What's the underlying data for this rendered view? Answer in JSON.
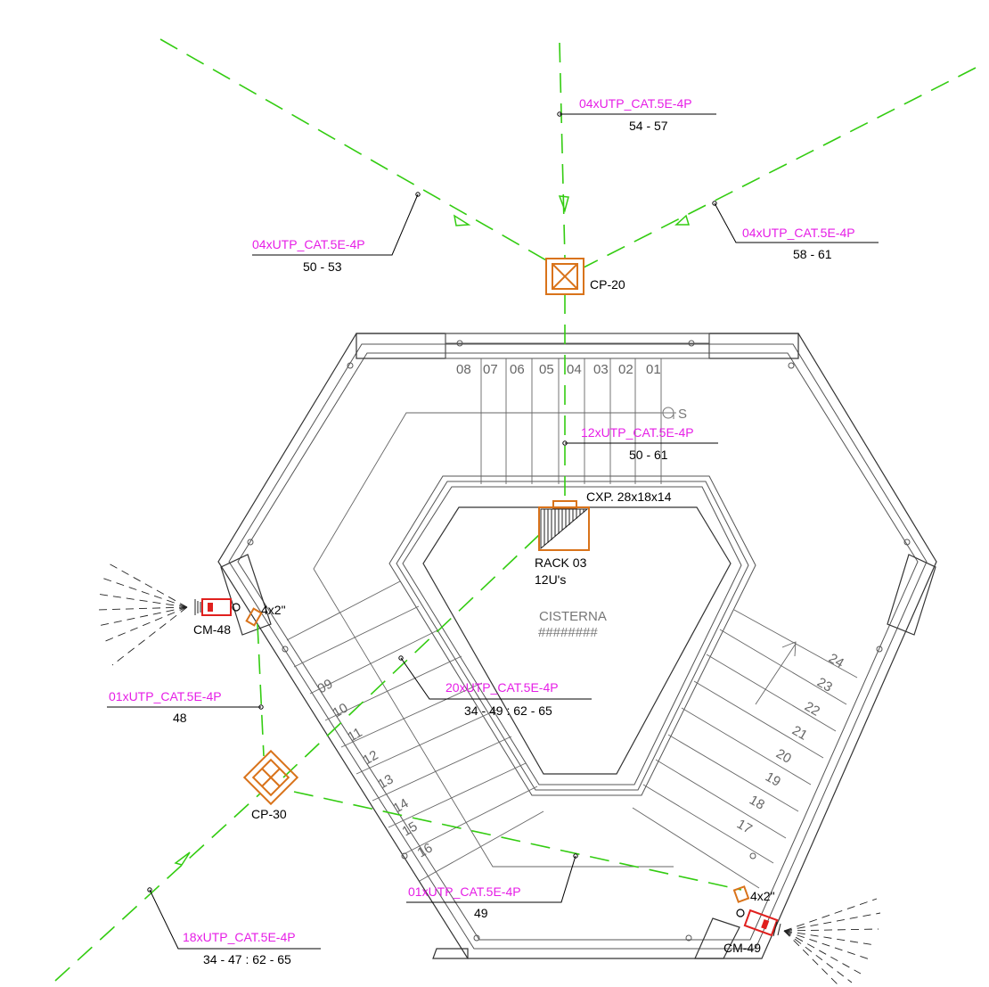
{
  "cables": {
    "top": {
      "spec": "04xUTP_CAT.5E-4P",
      "range": "54 - 57"
    },
    "top_left": {
      "spec": "04xUTP_CAT.5E-4P",
      "range": "50 - 53"
    },
    "top_right": {
      "spec": "04xUTP_CAT.5E-4P",
      "range": "58 - 61"
    },
    "riser": {
      "spec": "12xUTP_CAT.5E-4P",
      "range": "50 - 61"
    },
    "center": {
      "spec": "20xUTP_CAT.5E-4P",
      "range": "34 - 49 : 62 - 65"
    },
    "cam_left": {
      "spec": "01xUTP_CAT.5E-4P",
      "range": "48"
    },
    "cam_bottom": {
      "spec": "01xUTP_CAT.5E-4P",
      "range": "49"
    },
    "bottom_left": {
      "spec": "18xUTP_CAT.5E-4P",
      "range": "34 - 47 : 62 - 65"
    }
  },
  "devices": {
    "cp20": "CP-20",
    "cp30": "CP-30",
    "cxp": "CXP. 28x18x14",
    "rack_name": "RACK 03",
    "rack_units": "12U's",
    "cm48": "CM-48",
    "cm49": "CM-49",
    "box48": "4x2\"",
    "box49": "4x2\""
  },
  "room": {
    "name": "CISTERNA",
    "hatch": "########",
    "drain": "S"
  },
  "stairs": {
    "top_steps": [
      "08",
      "07",
      "06",
      "05",
      "04",
      "03",
      "02",
      "01"
    ],
    "left_steps": [
      "09",
      "10",
      "11",
      "12",
      "13",
      "14",
      "15",
      "16"
    ],
    "right_steps": [
      "24",
      "23",
      "22",
      "21",
      "20",
      "19",
      "18",
      "17"
    ]
  },
  "colors": {
    "route": "#33cc11",
    "cable_label": "#e61ee6",
    "device": "#d9731a",
    "camera": "#e0201e"
  }
}
